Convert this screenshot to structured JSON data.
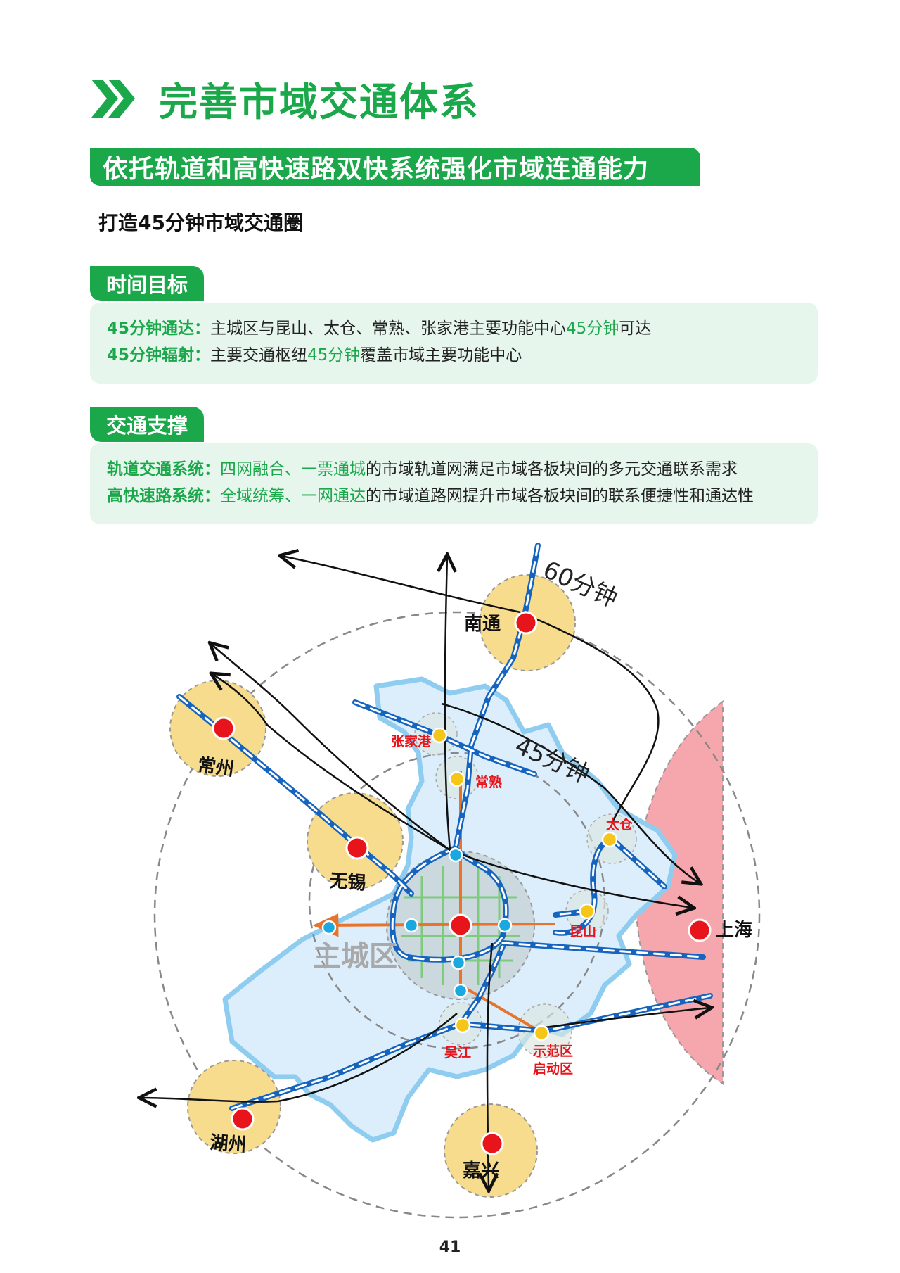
{
  "header": {
    "title": "完善市域交通体系"
  },
  "banner": {
    "text": "依托轨道和高快速路双快系统强化市域连通能力"
  },
  "subheading": "打造45分钟市域交通圈",
  "time_section": {
    "tag": "时间目标",
    "lines": [
      {
        "label": "45分钟通达：",
        "pre": "主城区与昆山、太仓、常熟、张家港主要功能中心",
        "hl": "45分钟",
        "post": "可达"
      },
      {
        "label": "45分钟辐射：",
        "pre": "主要交通枢纽",
        "hl": "45分钟",
        "post": "覆盖市域主要功能中心"
      }
    ]
  },
  "transport_section": {
    "tag": "交通支撑",
    "lines": [
      {
        "label": "轨道交通系统：",
        "hl": "四网融合、一票通城",
        "post": "的市域轨道网满足市域各板块间的多元交通联系需求"
      },
      {
        "label": "高快速路系统：",
        "hl": "全域统筹、一网通达",
        "post": "的市域道路网提升市域各板块间的联系便捷性和通达性"
      }
    ]
  },
  "map": {
    "ring_labels": {
      "outer": "60分钟",
      "inner": "45分钟"
    },
    "center_label": "主城区",
    "cities": {
      "nantong": "南通",
      "changzhou": "常州",
      "wuxi": "无锡",
      "huzhou": "湖州",
      "jiaxing": "嘉兴",
      "shanghai": "上海"
    },
    "local_centers": {
      "zhangjiagang": "张家港",
      "changshu": "常熟",
      "taicang": "太仓",
      "kunshan": "昆山",
      "wujiang": "吴江",
      "demo_zone_1": "示范区",
      "demo_zone_2": "启动区"
    },
    "colors": {
      "green": "#1aa84a",
      "rail_blue": "#1565c0",
      "region_fill": "#dcedfb",
      "region_edge": "#8ecdf0",
      "yellow_zone": "#f7dc8e",
      "shanghai_zone": "#f6a7ad",
      "city_red": "#e8141b"
    }
  },
  "footer": {
    "page_number": "41"
  }
}
